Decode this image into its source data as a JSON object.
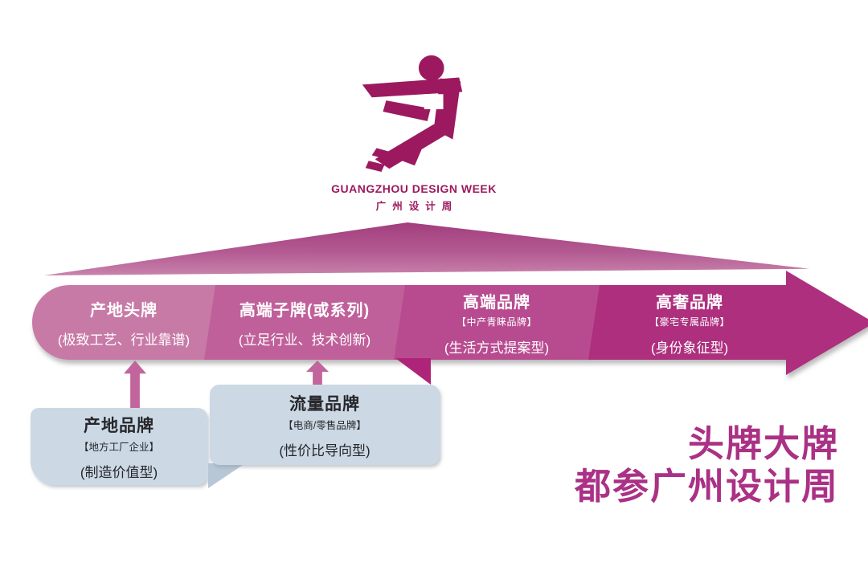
{
  "logo": {
    "title_en": "GUANGZHOU DESIGN WEEK",
    "title_cn": "广州设计周"
  },
  "arrow": {
    "segments": [
      {
        "title": "产地头牌",
        "subtitle": "",
        "desc": "(极致工艺、行业靠谱)",
        "color": "#c87aa7"
      },
      {
        "title": "高端子牌(或系列)",
        "subtitle": "",
        "desc": "(立足行业、技术创新)",
        "color": "#c0609a"
      },
      {
        "title": "高端品牌",
        "subtitle": "【中产青睐品牌】",
        "desc": "(生活方式提案型)",
        "color": "#b84b90"
      },
      {
        "title": "高奢品牌",
        "subtitle": "【豪宅专属品牌】",
        "desc": "(身份象征型)",
        "color": "#ad2f7e"
      }
    ]
  },
  "boxes": [
    {
      "title": "产地品牌",
      "subtitle": "【地方工厂企业】",
      "desc": "(制造价值型)"
    },
    {
      "title": "流量品牌",
      "subtitle": "【电商/零售品牌】",
      "desc": "(性价比导向型)"
    }
  ],
  "headline": {
    "line1": "头牌大牌",
    "line2": "都参广州设计周"
  },
  "colors": {
    "logo": "#9c195f",
    "triangle_top": "#a23e7d",
    "triangle_bottom": "#c986ad",
    "arrowhead": "#ad2f7e",
    "up_arrow": "#c2659d",
    "box_bg": "#ccd9e5",
    "headline": "#aa3185"
  }
}
